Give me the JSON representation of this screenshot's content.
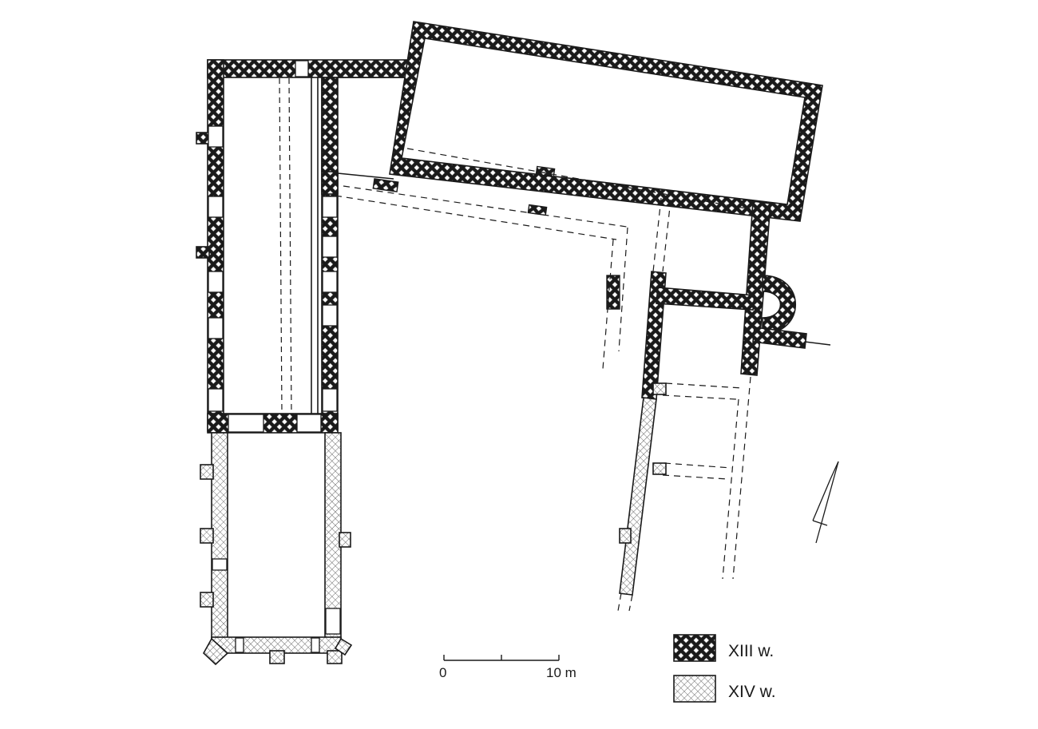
{
  "scale_bar": {
    "start_label": "0",
    "end_label": "10 m"
  },
  "legend": {
    "items": [
      {
        "label": "XIII w.",
        "pattern": "dense-crosshatch"
      },
      {
        "label": "XIV w.",
        "pattern": "light-crosshatch"
      }
    ]
  },
  "colors": {
    "ink": "#1a1a1a",
    "paper": "#ffffff",
    "light_hatch": "#6a6a6a"
  }
}
